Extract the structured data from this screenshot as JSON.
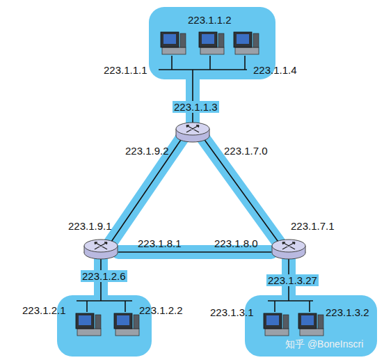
{
  "diagram": {
    "nodes": [
      {
        "text": [
          "223.1.1.2",
          "223.1.1.1",
          "223.1.1.4",
          "223.1.1.3"
        ]
      },
      {
        "text": [
          "223.1.2.6",
          "223.1.2.1",
          "223.1.2.2"
        ]
      },
      {
        "text": [
          "223.1.3.27",
          "223.1.3.1",
          "223.1.3.2"
        ]
      }
    ],
    "labels": [
      "223.1.9.2",
      "223.1.7.0",
      "223.1.9.1",
      "223.1.7.1",
      "223.1.8.1",
      "223.1.8.0",
      "知乎 @BoneInscri"
    ]
  }
}
